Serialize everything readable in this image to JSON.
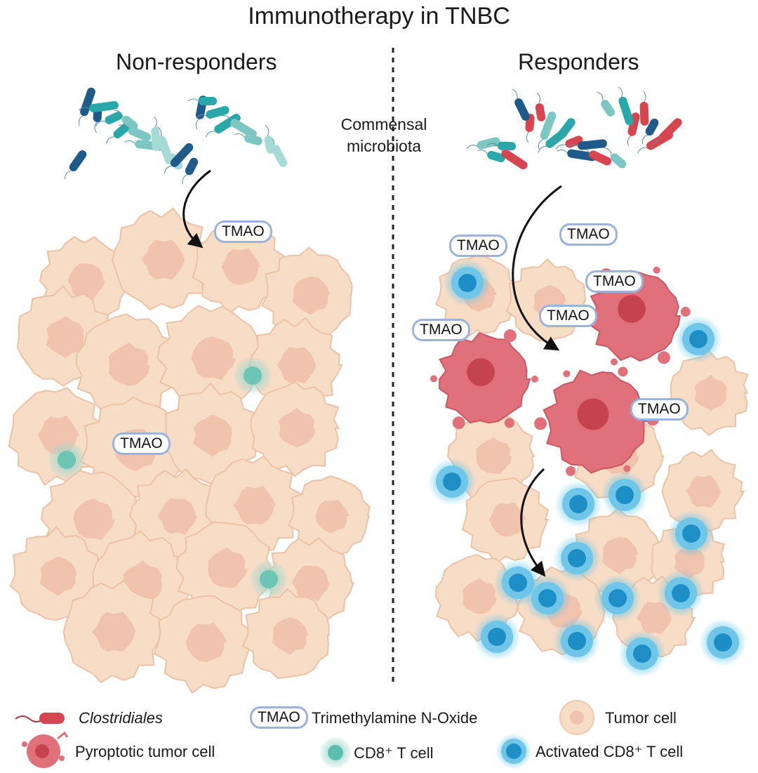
{
  "title": "Immunotherapy in TNBC",
  "panels": {
    "left_header": "Non-responders",
    "right_header": "Responders"
  },
  "microbiota_label": "Commensal microbiota",
  "tmao_label": "TMAO",
  "legend": {
    "clostridiales": "Clostridiales",
    "tmao_key": "TMAO",
    "tmao_desc": "Trimethylamine N-Oxide",
    "tumor_cell": "Tumor cell",
    "pyroptotic": "Pyroptotic tumor cell",
    "cd8": "CD8⁺ T cell",
    "activated_cd8": "Activated CD8⁺ T cell"
  },
  "colors": {
    "tumor_fill": "#f7dcc6",
    "tumor_nucleus": "#f0c3ae",
    "pyroptotic_fill": "#e0707a",
    "tcell_fill": "#a8d8d2",
    "activated_tcell": "#1e8ec6",
    "clostridiales": "#d64550",
    "tmao_border": "#9bb3dc"
  }
}
